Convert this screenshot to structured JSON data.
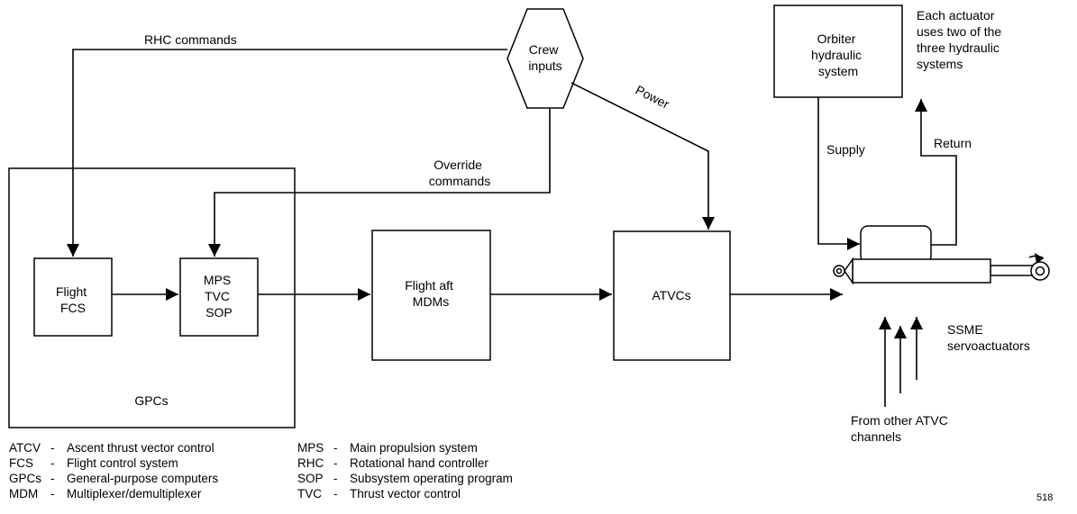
{
  "diagram": {
    "crew_inputs": [
      "Crew",
      "inputs"
    ],
    "rhc_commands": "RHC commands",
    "power": "Power",
    "override_commands": [
      "Override",
      "commands"
    ],
    "flight_fcs": [
      "Flight",
      "FCS"
    ],
    "mps_tvc_sop": [
      "MPS",
      "TVC",
      "SOP"
    ],
    "gpcs": "GPCs",
    "flight_aft_mdms": [
      "Flight aft",
      "MDMs"
    ],
    "atvcs": "ATVCs",
    "orbiter_hydraulic": [
      "Orbiter",
      "hydraulic",
      "system"
    ],
    "actuator_note": [
      "Each actuator",
      "uses two of the",
      "three hydraulic",
      "systems"
    ],
    "supply": "Supply",
    "return": "Return",
    "ssme": [
      "SSME",
      "servoactuators"
    ],
    "from_other": [
      "From other ATVC",
      "channels"
    ],
    "page_number": "518"
  },
  "legend": {
    "col1": [
      {
        "abbr": "ATCV",
        "def": "Ascent thrust vector control"
      },
      {
        "abbr": "FCS",
        "def": "Flight control system"
      },
      {
        "abbr": "GPCs",
        "def": "General-purpose computers"
      },
      {
        "abbr": "MDM",
        "def": "Multiplexer/demultiplexer"
      }
    ],
    "col2": [
      {
        "abbr": "MPS",
        "def": "Main propulsion system"
      },
      {
        "abbr": "RHC",
        "def": "Rotational hand controller"
      },
      {
        "abbr": "SOP",
        "def": "Subsystem operating program"
      },
      {
        "abbr": "TVC",
        "def": "Thrust vector control"
      }
    ]
  }
}
